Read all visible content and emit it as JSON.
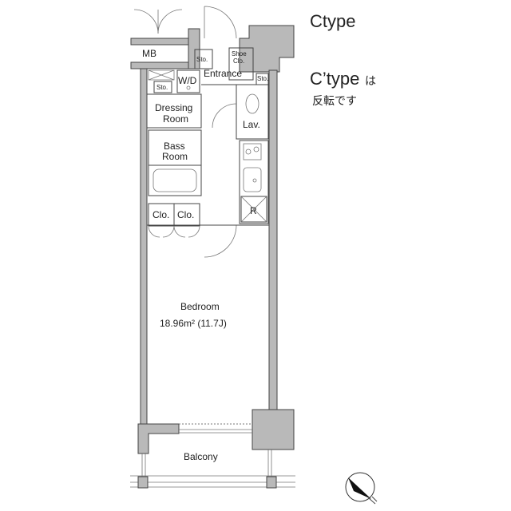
{
  "type_labels": {
    "main": "Ctype",
    "alt_prefix": "C’type",
    "alt_suffix": "は",
    "alt_note": "反転です"
  },
  "rooms": {
    "mb": "MB",
    "sto_entrance": "Sto.",
    "shoe_clo_1": "Shoe",
    "shoe_clo_2": "Clo.",
    "entrance": "Entrance",
    "wd": "W/D",
    "sto_dressing": "Sto.",
    "dressing_1": "Dressing",
    "dressing_2": "Room",
    "bass_1": "Bass",
    "bass_2": "Room",
    "clo_1": "Clo.",
    "clo_2": "Clo.",
    "sto_lav": "Sto.",
    "lav": "Lav.",
    "fridge": "R",
    "bedroom": "Bedroom",
    "bedroom_area": "18.96m² (11.7J)",
    "balcony": "Balcony"
  },
  "compass": {
    "direction": "north-west"
  }
}
